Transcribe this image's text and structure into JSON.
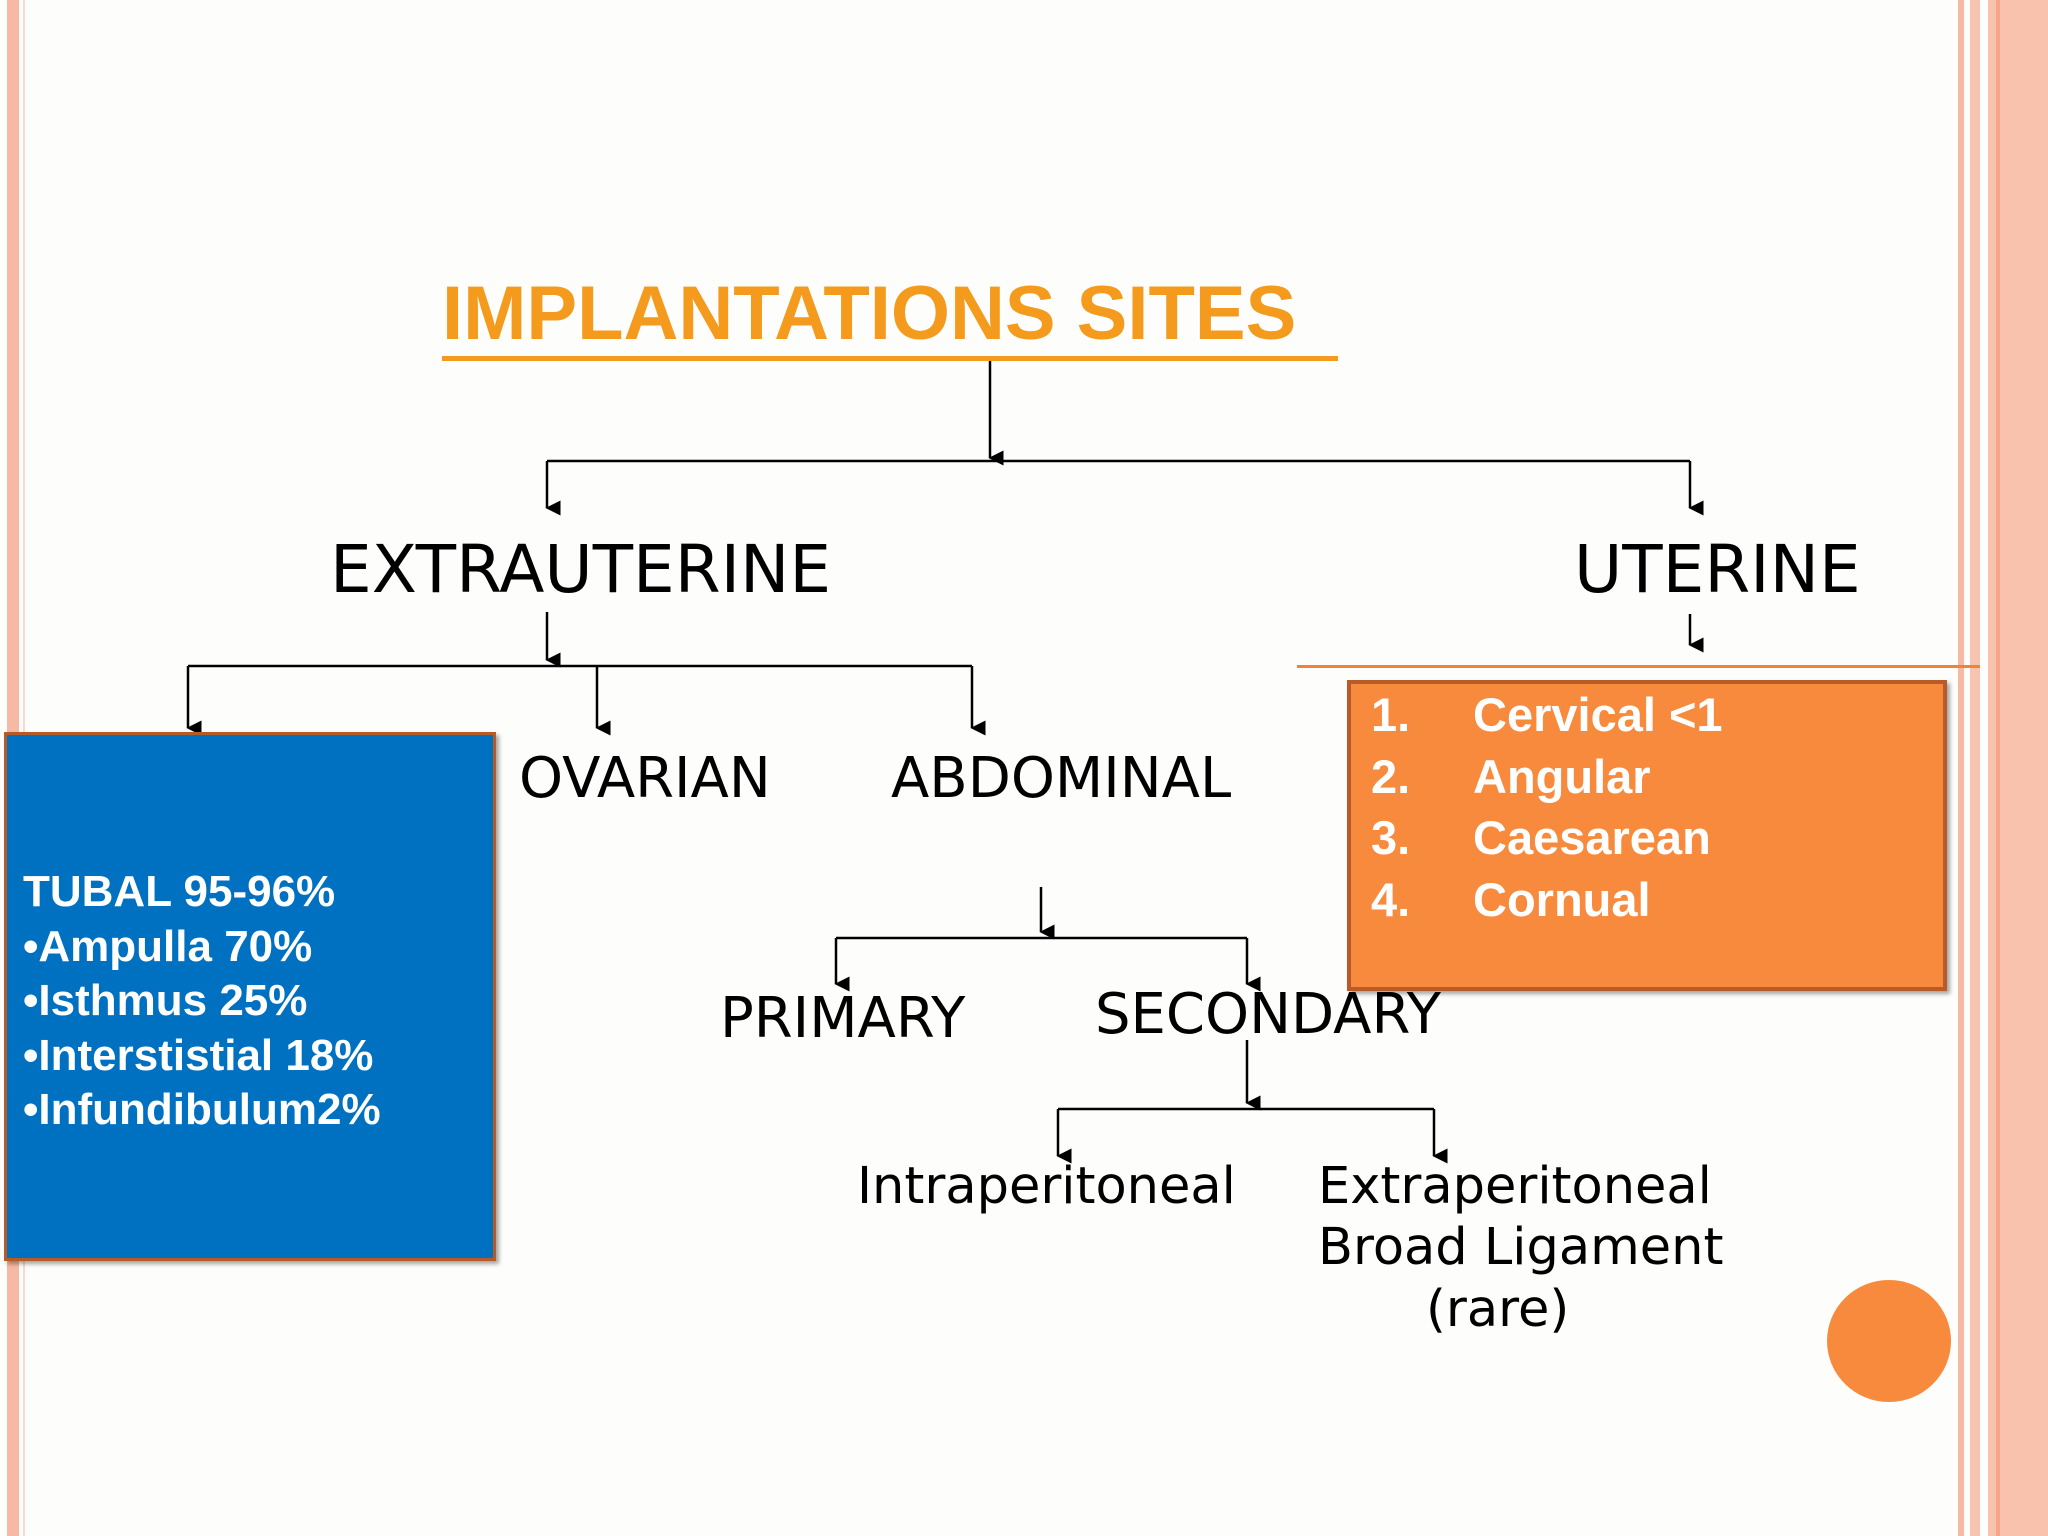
{
  "title": "IMPLANTATIONS SITES",
  "extrauterine": "EXTRAUTERINE",
  "uterine": "UTERINE",
  "tubal": {
    "heading": "TUBAL 95-96%",
    "items": [
      "•Ampulla 70%",
      "•Isthmus 25%",
      "•Interstistial 18%",
      "•Infundibulum2%"
    ]
  },
  "ovarian": "OVARIAN",
  "abdominal": "ABDOMINAL",
  "primary": "PRIMARY",
  "secondary": "SECONDARY",
  "intraperitoneal": "Intraperitoneal",
  "extraperitoneal": {
    "line1": "Extraperitoneal",
    "line2": "Broad Ligament",
    "line3": "(rare)"
  },
  "uterine_list": [
    {
      "num": "1.",
      "text": "Cervical <1"
    },
    {
      "num": "2.",
      "text": "Angular"
    },
    {
      "num": "3.",
      "text": "Caesarean"
    },
    {
      "num": "4.",
      "text": "Cornual"
    }
  ],
  "colors": {
    "title": "#f49a1c",
    "tubal_box": "#0070c0",
    "uterine_box": "#f88a3e",
    "accent": "#f4832f",
    "border_pink": "#f7b9a4"
  }
}
